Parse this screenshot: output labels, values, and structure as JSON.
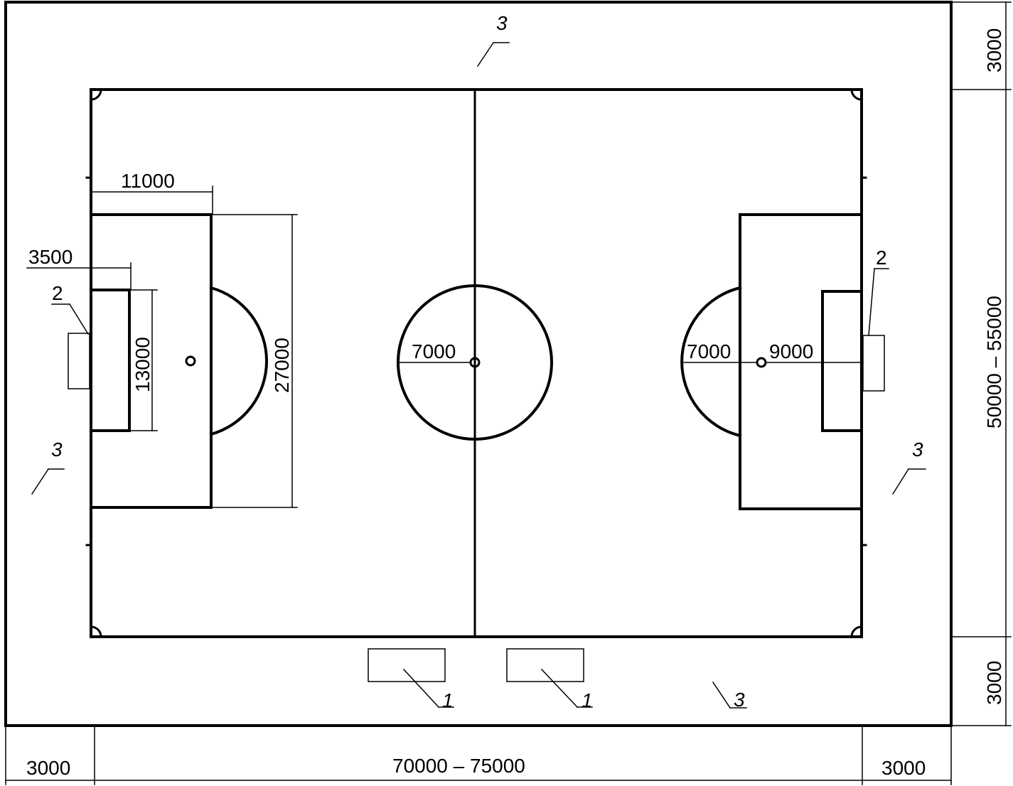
{
  "dimensions": {
    "goal_area_width": "3500",
    "penalty_area_depth": "11000",
    "goal_area_height": "13000",
    "penalty_area_height": "27000",
    "center_circle_radius": "7000",
    "penalty_arc_radius": "7000",
    "penalty_spot_distance": "9000",
    "field_height": "50000 – 55000",
    "field_length": "70000 – 75000",
    "margin_top": "3000",
    "margin_bottom": "3000",
    "margin_left": "3000",
    "margin_right": "3000"
  },
  "labels": {
    "bench": "1",
    "goal": "2",
    "runoff_zone": "3"
  }
}
